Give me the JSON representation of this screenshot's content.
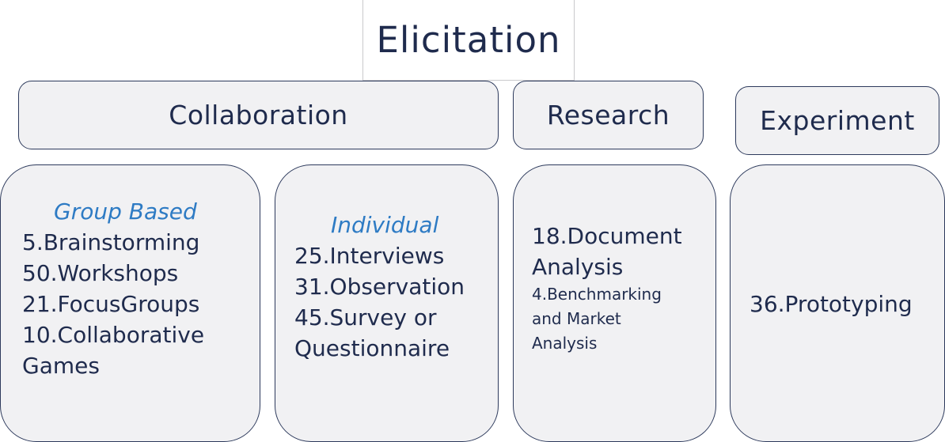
{
  "title": "Elicitation",
  "categories": {
    "collaboration": "Collaboration",
    "research": "Research",
    "experiment": "Experiment"
  },
  "cards": {
    "group": {
      "heading": "Group Based",
      "items": [
        "5.Brainstorming",
        "50.Workshops",
        "21.FocusGroups",
        "10.Collaborative",
        "Games"
      ]
    },
    "individual": {
      "heading": "Individual",
      "items": [
        "25.Interviews",
        "31.Observation",
        "45.Survey or",
        "Questionnaire"
      ]
    },
    "research": {
      "items": [
        "18.Document",
        "Analysis"
      ],
      "small_items": [
        "4.Benchmarking",
        "and Market",
        "Analysis"
      ]
    },
    "experiment": {
      "items": [
        "36.Prototyping"
      ]
    }
  }
}
